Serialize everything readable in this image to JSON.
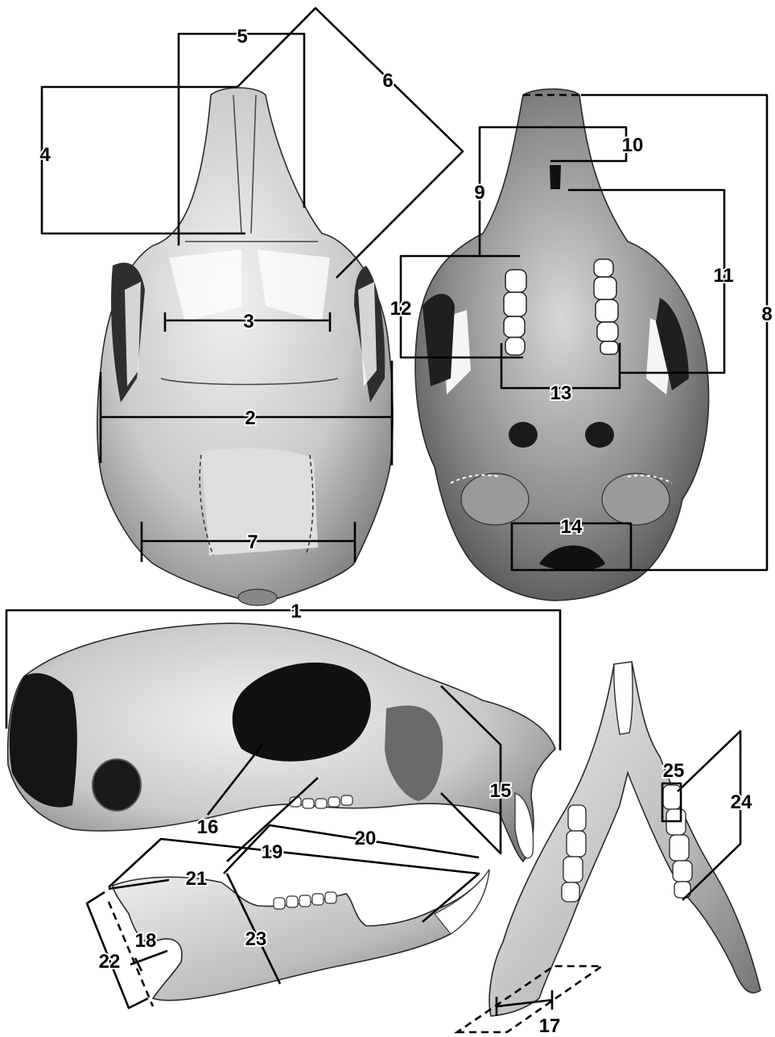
{
  "measurements": [
    {
      "id": "1",
      "label": "1"
    },
    {
      "id": "2",
      "label": "2"
    },
    {
      "id": "3",
      "label": "3"
    },
    {
      "id": "4",
      "label": "4"
    },
    {
      "id": "5",
      "label": "5"
    },
    {
      "id": "6",
      "label": "6"
    },
    {
      "id": "7",
      "label": "7"
    },
    {
      "id": "8",
      "label": "8"
    },
    {
      "id": "9",
      "label": "9"
    },
    {
      "id": "10",
      "label": "10"
    },
    {
      "id": "11",
      "label": "11"
    },
    {
      "id": "12",
      "label": "12"
    },
    {
      "id": "13",
      "label": "13"
    },
    {
      "id": "14",
      "label": "14"
    },
    {
      "id": "15",
      "label": "15"
    },
    {
      "id": "16",
      "label": "16"
    },
    {
      "id": "17",
      "label": "17"
    },
    {
      "id": "18",
      "label": "18"
    },
    {
      "id": "19",
      "label": "19"
    },
    {
      "id": "20",
      "label": "20"
    },
    {
      "id": "21",
      "label": "21"
    },
    {
      "id": "22",
      "label": "22"
    },
    {
      "id": "23",
      "label": "23"
    },
    {
      "id": "24",
      "label": "24"
    },
    {
      "id": "25",
      "label": "25"
    }
  ]
}
